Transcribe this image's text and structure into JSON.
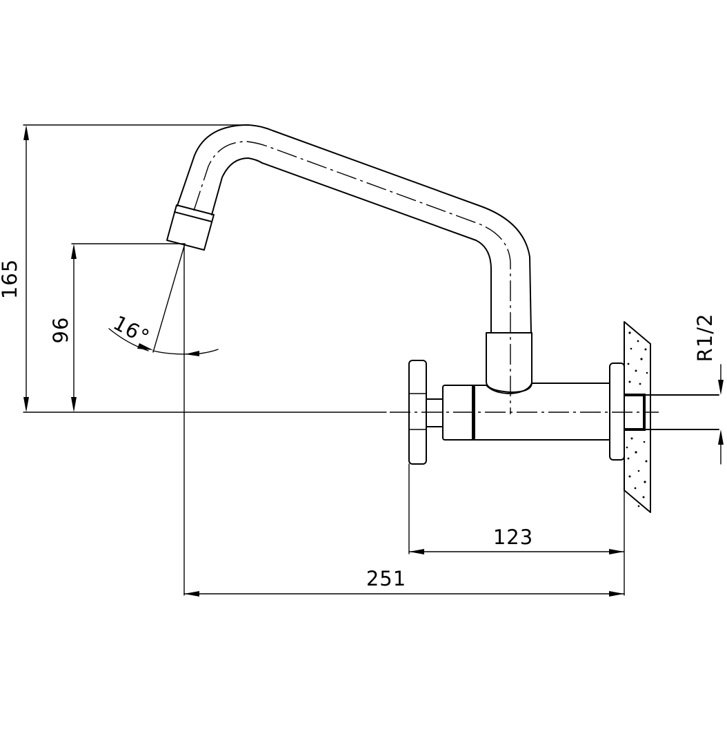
{
  "dimensions": {
    "total_height": "165",
    "outlet_height": "96",
    "spout_angle": "16°",
    "valve_projection": "123",
    "spout_projection": "251",
    "thread": "R1/2"
  },
  "colors": {
    "line": "#000000",
    "background": "#ffffff"
  }
}
